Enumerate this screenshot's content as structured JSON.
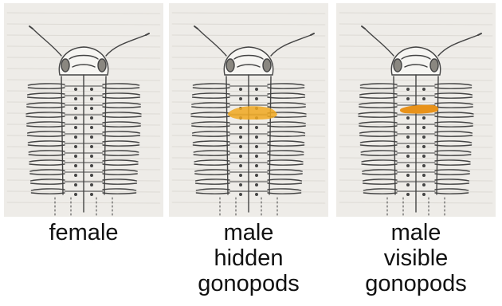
{
  "panels": [
    {
      "id": "female",
      "caption": [
        "female"
      ],
      "gonopods": "none"
    },
    {
      "id": "male-hidden",
      "caption": [
        "male",
        "hidden",
        "gonopods"
      ],
      "gonopods": "hidden"
    },
    {
      "id": "male-visible",
      "caption": [
        "male",
        "visible",
        "gonopods"
      ],
      "gonopods": "visible"
    }
  ],
  "colors": {
    "background": "#ffffff",
    "paper": "#eeece8",
    "ink": "#444444",
    "gonopod_highlight": "#f0a820",
    "gonopod_highlight_visible": "#e8921a",
    "caption_text": "#111111"
  },
  "icons": [
    "millipede-illustration",
    "gonopod-highlight"
  ]
}
